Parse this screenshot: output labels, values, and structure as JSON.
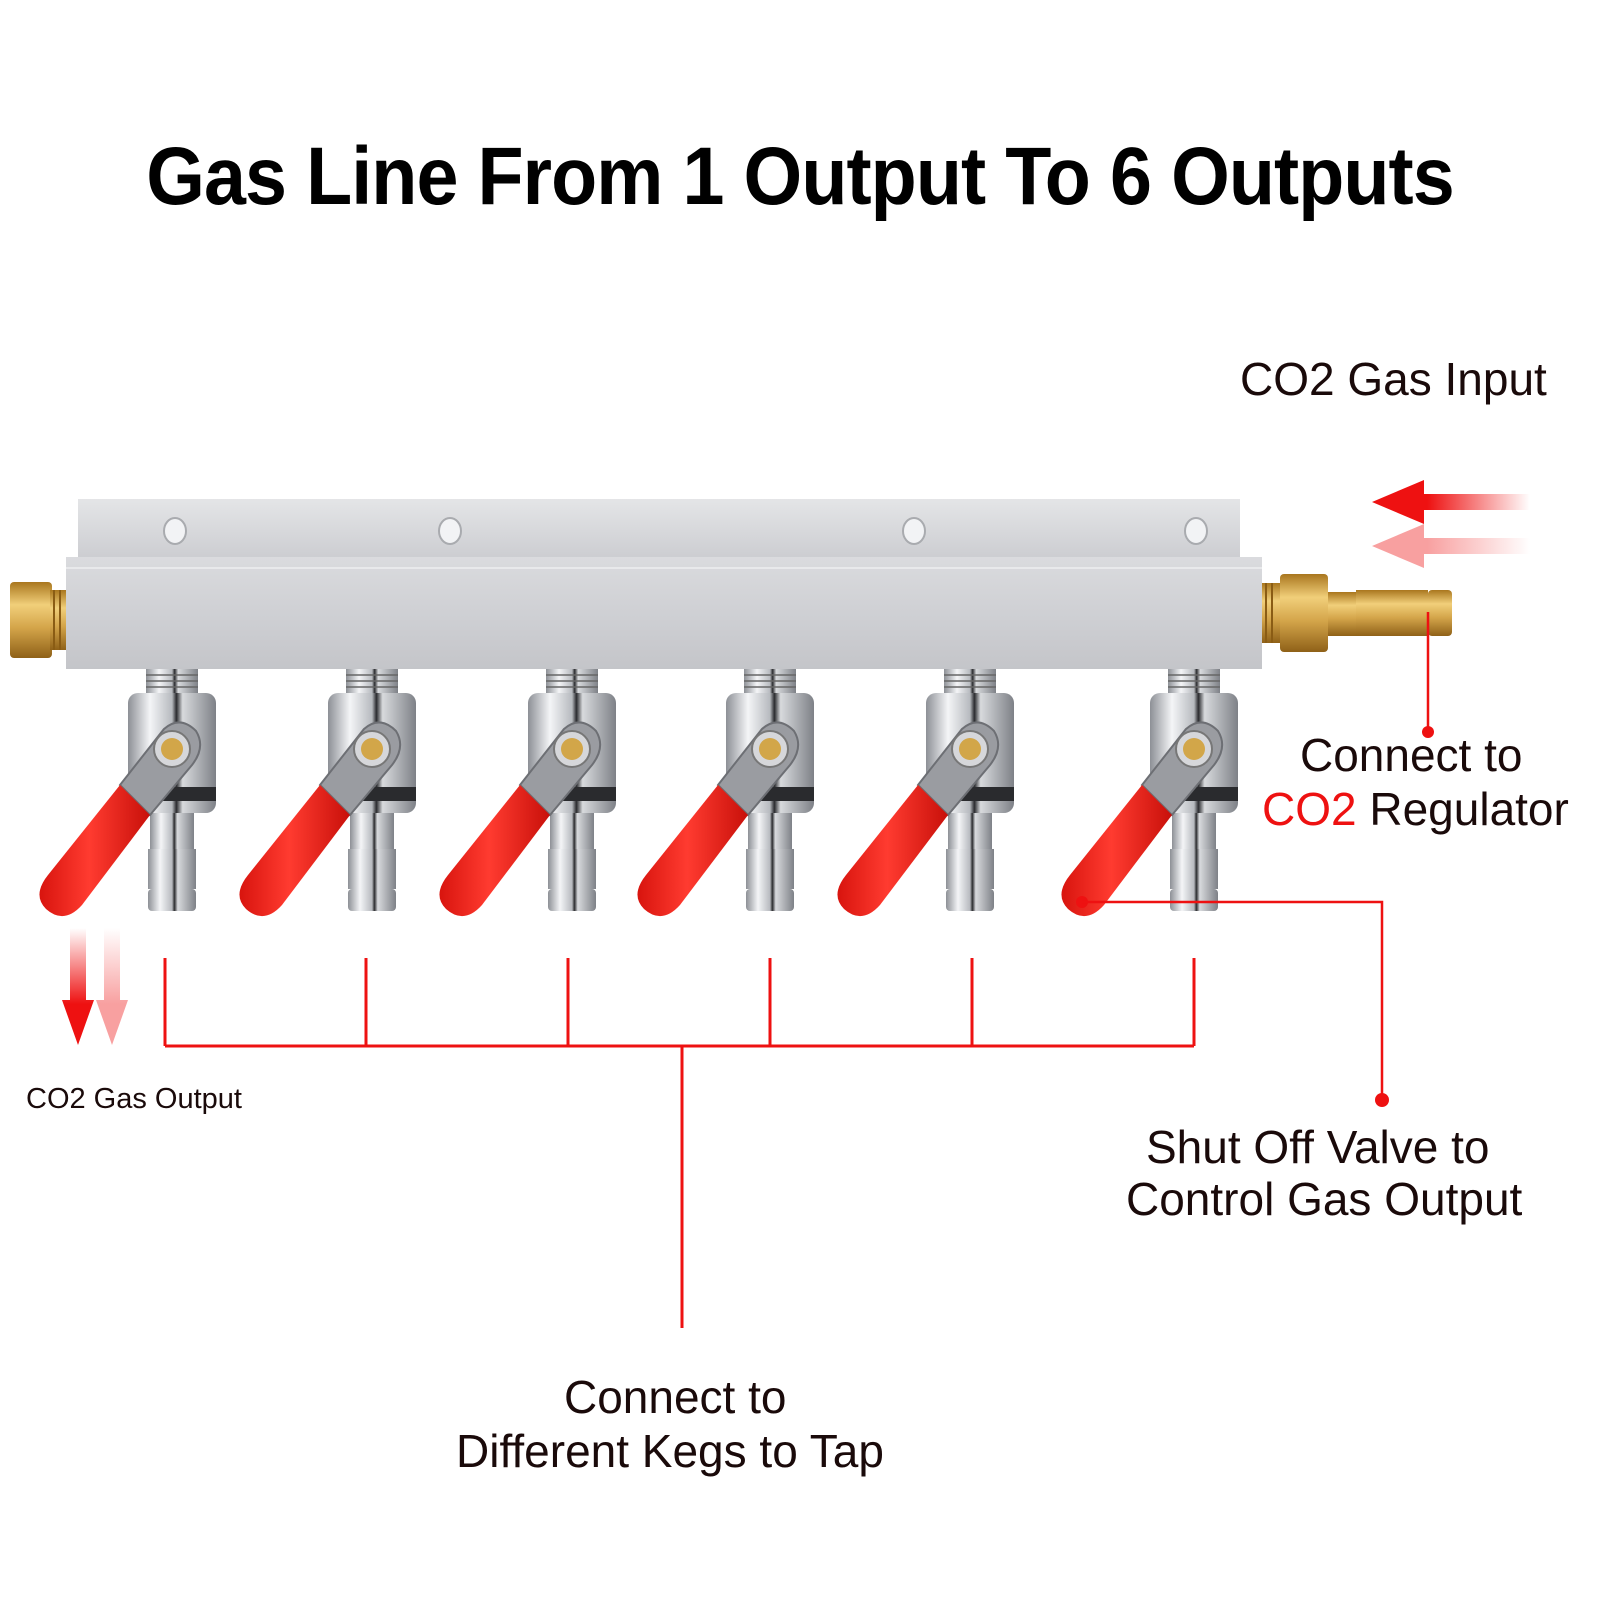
{
  "title": "Gas Line From 1 Output To 6 Outputs",
  "labels": {
    "gas_input": "CO2 Gas Input",
    "regulator_line1": "Connect to",
    "regulator_co2": "CO2",
    "regulator_rest": " Regulator",
    "gas_output": "CO2 Gas Output",
    "shutoff_line1": "Shut Off Valve to",
    "shutoff_line2": "Control Gas Output",
    "kegs_line1": "Connect to",
    "kegs_line2": "Different Kegs to Tap"
  },
  "product": {
    "name": "gas manifold",
    "outlet_count": 6,
    "mounting_holes": 4
  },
  "colors": {
    "accent_red": "#ee1111",
    "arrow_light": "#f8a0a0",
    "aluminum": "#cfd0d3",
    "brass": "#c99a3a",
    "handle_red": "#f0261e",
    "chrome": "#c8cace"
  }
}
